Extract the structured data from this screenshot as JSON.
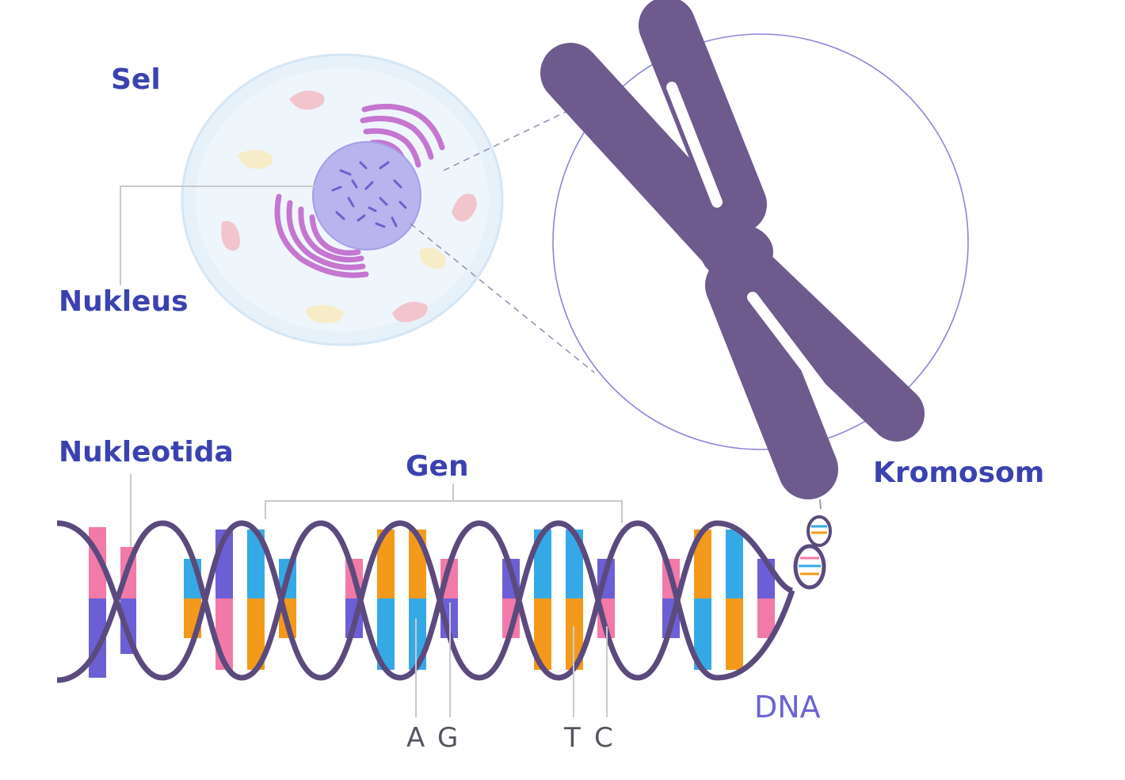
{
  "labels": {
    "cell": "Sel",
    "nucleus": "Nukleus",
    "chromosome": "Kromosom",
    "nucleotide": "Nukleotida",
    "gene": "Gen",
    "dna": "DNA"
  },
  "bases": [
    {
      "letter": "A"
    },
    {
      "letter": "G"
    },
    {
      "letter": "T"
    },
    {
      "letter": "C"
    }
  ],
  "colors": {
    "label": "#3b42b0",
    "dna_label": "#6b63d6",
    "chromosome": "#6e5a8c",
    "cell_fill": "#e9f3fb",
    "nucleus": "#b6b1ec",
    "strand": "#5b4a7d",
    "base_blue": "#35a9e6",
    "base_orange": "#f39a1b",
    "base_pink": "#f27aa8",
    "base_purple": "#6c5fd6"
  }
}
